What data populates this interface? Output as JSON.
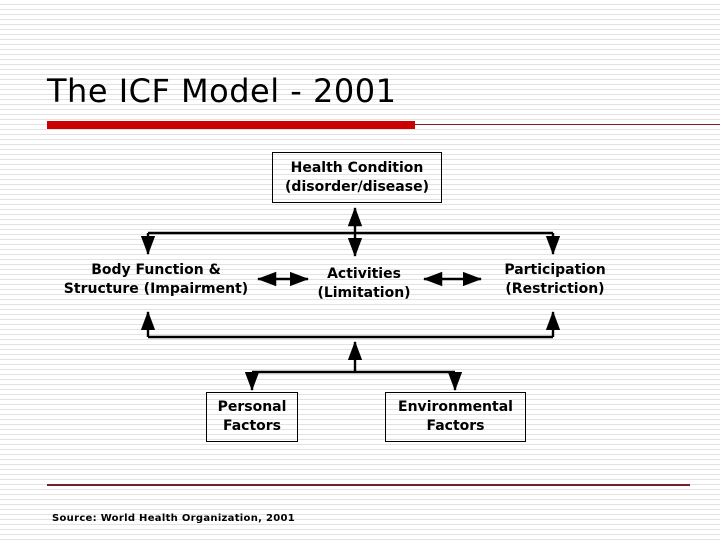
{
  "slide": {
    "title": "The ICF Model - 2001",
    "source_note": "Source: World Health Organization, 2001",
    "colors": {
      "title_bar_thick": "#CC0000",
      "title_rule_thin": "#7B1F2B",
      "footer_rule": "#7B1F2B",
      "background": "#FFFFFF",
      "text": "#000000",
      "connector": "#000000"
    }
  },
  "diagram": {
    "type": "flow-diagram",
    "nodes": [
      {
        "id": "health-condition",
        "line1": "Health Condition",
        "line2": "(disorder/disease)",
        "boxed": true
      },
      {
        "id": "body-function-structure",
        "line1": "Body Function &",
        "line2": "Structure (Impairment)",
        "boxed": false
      },
      {
        "id": "activities",
        "line1": "Activities",
        "line2": "(Limitation)",
        "boxed": false
      },
      {
        "id": "participation",
        "line1": "Participation",
        "line2": "(Restriction)",
        "boxed": false
      },
      {
        "id": "personal-factors",
        "line1": "Personal",
        "line2": "Factors",
        "boxed": true
      },
      {
        "id": "environmental-factors",
        "line1": "Environmental",
        "line2": "Factors",
        "boxed": true
      }
    ],
    "connectors": [
      {
        "id": "health-to-bus-vertical",
        "style": "double-arrow-vertical"
      },
      {
        "id": "bus-top-horizontal",
        "style": "line"
      },
      {
        "id": "bus-top-to-body",
        "style": "arrow-down"
      },
      {
        "id": "bus-top-to-participation",
        "style": "arrow-down"
      },
      {
        "id": "body-to-activities",
        "style": "double-arrow-horizontal"
      },
      {
        "id": "activities-to-participation",
        "style": "double-arrow-horizontal"
      },
      {
        "id": "bus-bottom-horizontal",
        "style": "line"
      },
      {
        "id": "body-to-bus-bottom",
        "style": "arrow-up"
      },
      {
        "id": "participation-to-bus-bottom",
        "style": "arrow-up"
      },
      {
        "id": "bus-bottom-to-factors-vertical",
        "style": "arrow-up"
      },
      {
        "id": "factors-branch-horizontal",
        "style": "line"
      },
      {
        "id": "branch-to-personal",
        "style": "arrow-down"
      },
      {
        "id": "branch-to-environmental",
        "style": "arrow-down"
      }
    ]
  }
}
